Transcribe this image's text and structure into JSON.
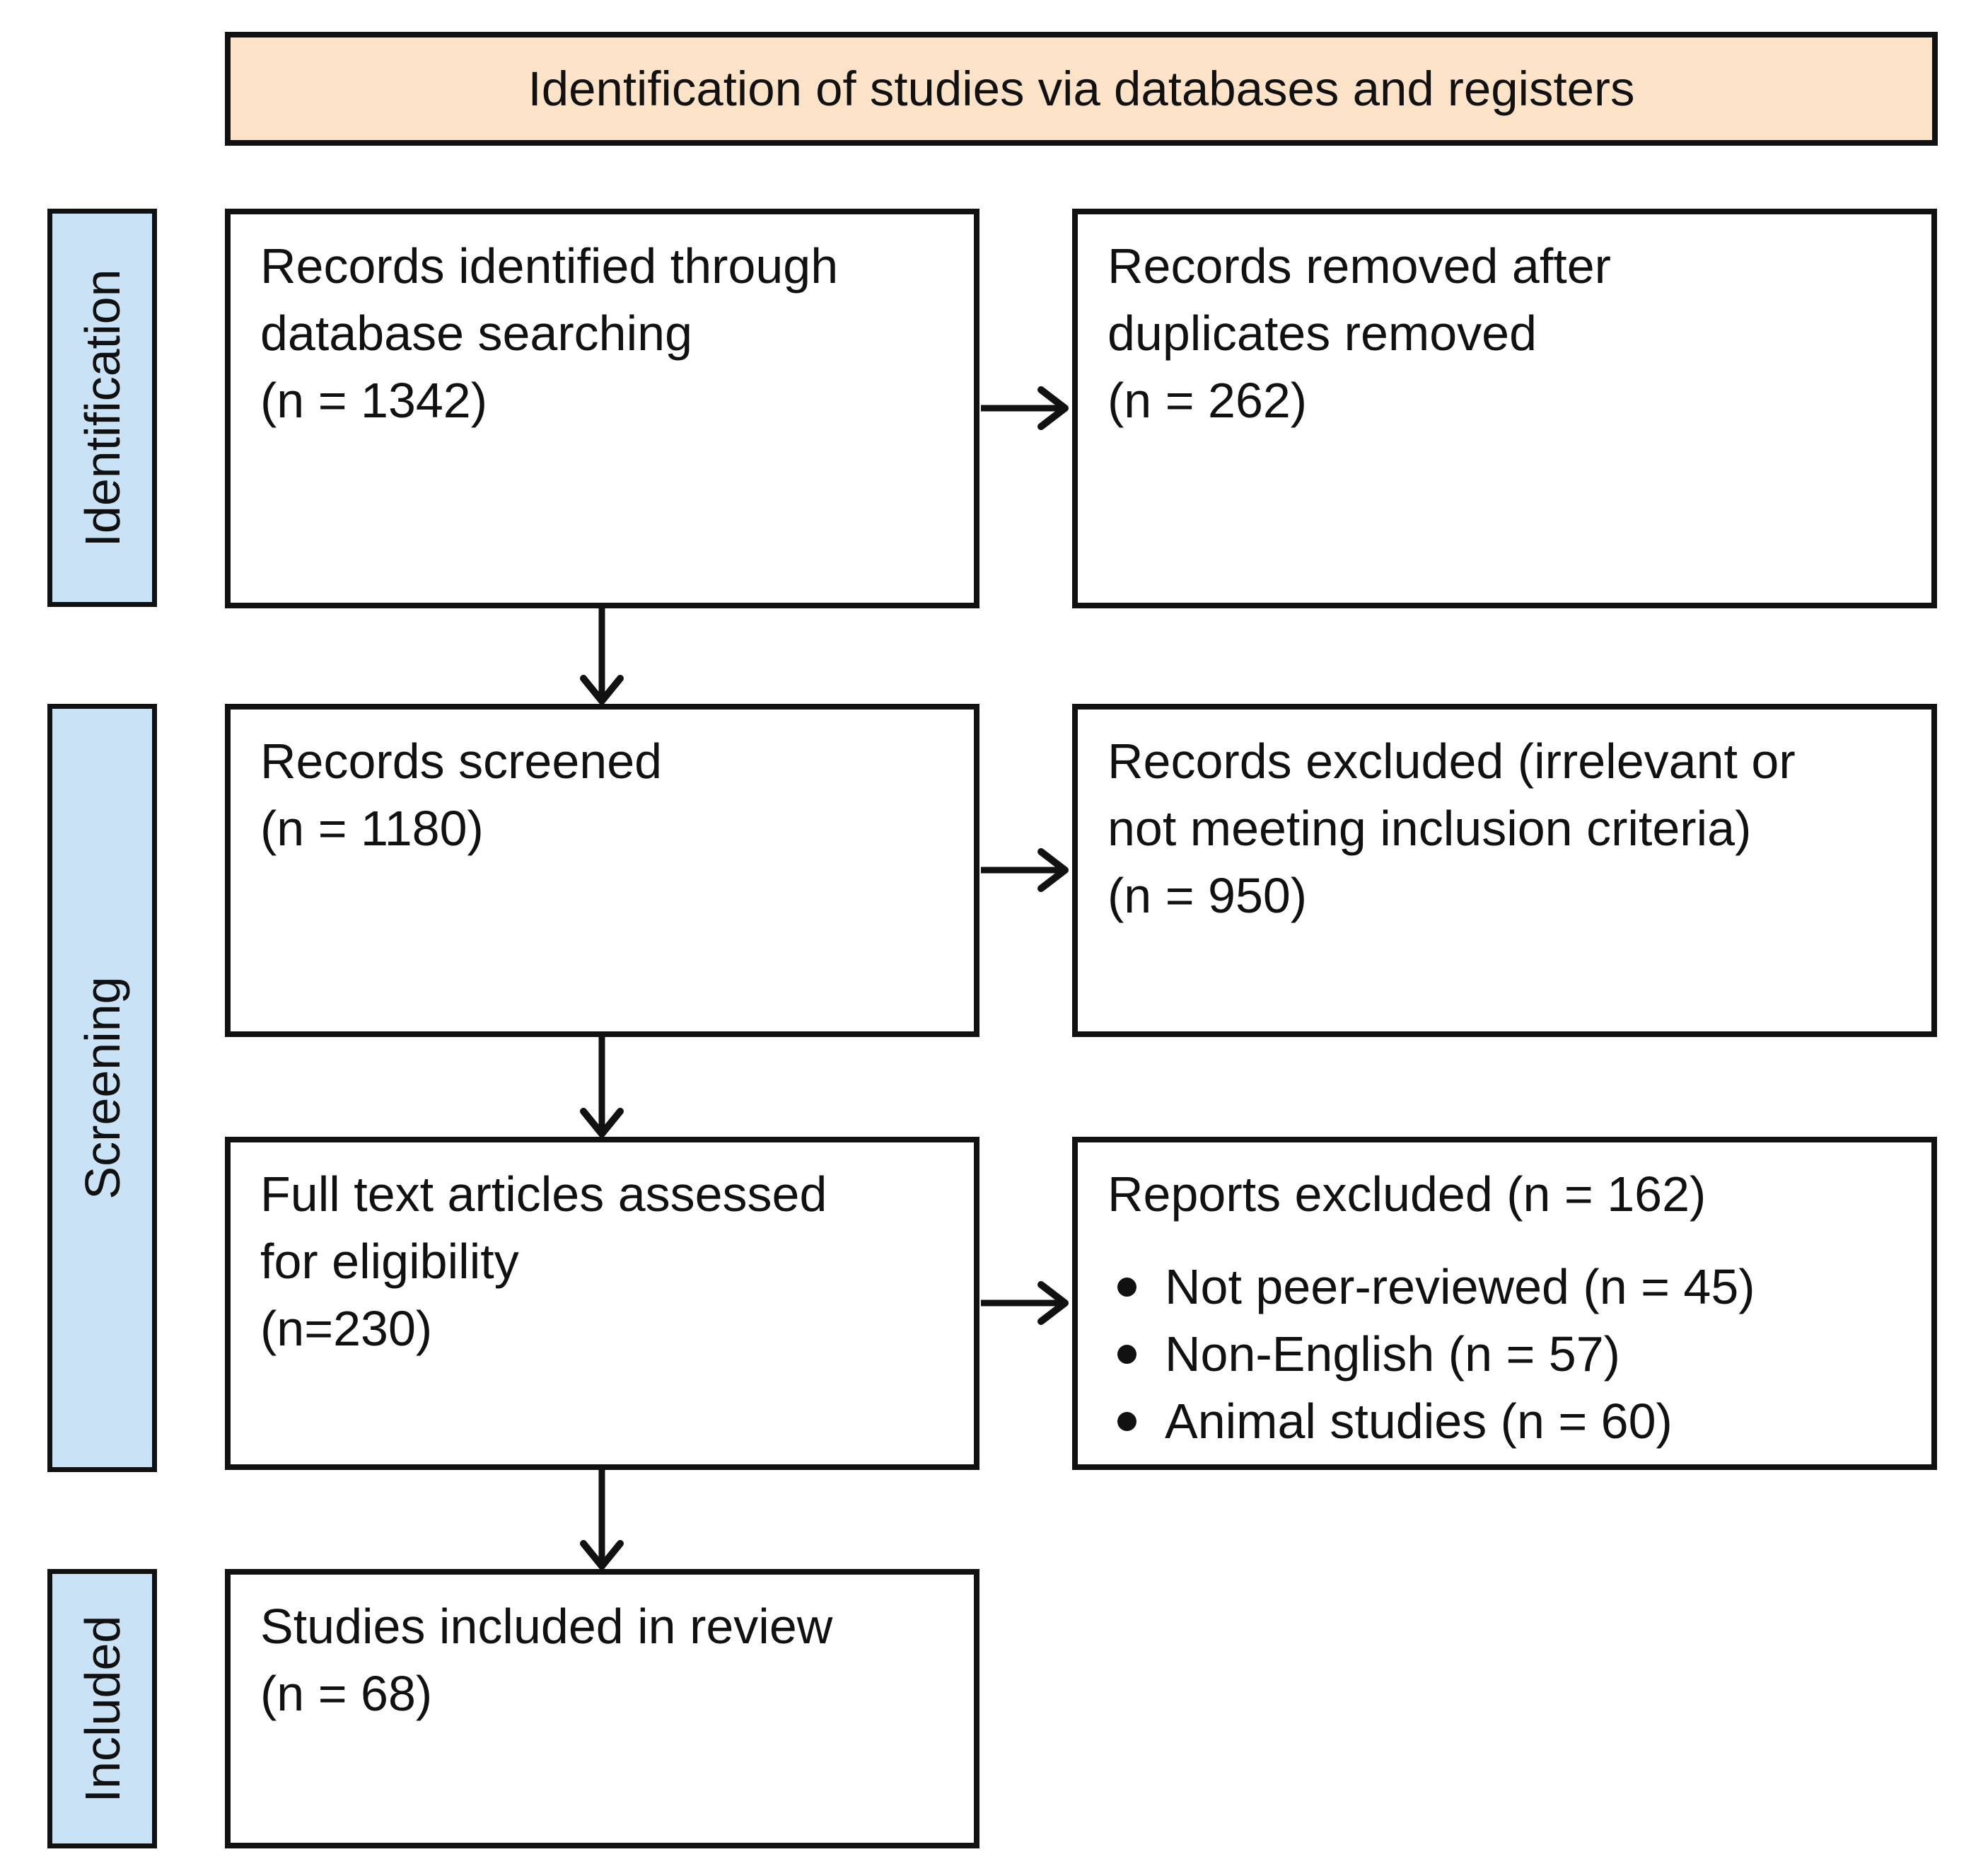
{
  "colors": {
    "border": "#111111",
    "header_bg": "#FCE3C8",
    "stage_bg": "#C9E2F5",
    "canvas_bg": "#FFFFFF"
  },
  "header": {
    "title": "Identification of studies via databases and registers"
  },
  "stages": [
    {
      "id": "identification",
      "label": "Identification"
    },
    {
      "id": "screening",
      "label": "Screening"
    },
    {
      "id": "included",
      "label": "Included"
    }
  ],
  "boxes": {
    "records_identified": {
      "lines": [
        "Records identified through",
        "database searching",
        "(n = 1342)"
      ]
    },
    "duplicates_removed": {
      "lines": [
        "Records removed after",
        "duplicates removed",
        "(n = 262)"
      ]
    },
    "records_screened": {
      "lines": [
        "Records screened",
        "(n = 1180)"
      ]
    },
    "records_excluded": {
      "lines": [
        "Records excluded (irrelevant or",
        "not meeting inclusion criteria)",
        "(n = 950)"
      ]
    },
    "fulltext_assessed": {
      "lines": [
        "Full text articles assessed",
        "for eligibility",
        "(n=230)"
      ]
    },
    "reports_excluded": {
      "title": "Reports excluded (n = 162)",
      "items": [
        "Not peer-reviewed (n = 45)",
        "Non-English (n = 57)",
        "Animal studies (n = 60)"
      ]
    },
    "studies_included": {
      "lines": [
        "Studies included in review",
        "(n = 68)"
      ]
    }
  }
}
